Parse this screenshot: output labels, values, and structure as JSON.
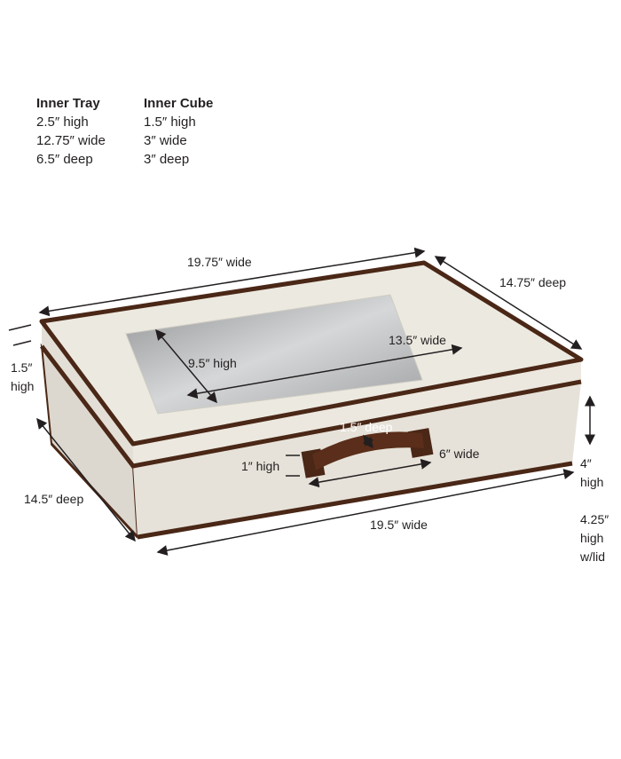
{
  "inner_tray": {
    "title": "Inner Tray",
    "lines": [
      "2.5″ high",
      "12.75″ wide",
      "6.5″ deep"
    ]
  },
  "inner_cube": {
    "title": "Inner Cube",
    "lines": [
      "1.5″ high",
      "3″ wide",
      "3″ deep"
    ]
  },
  "dimensions": {
    "lid_width": "19.75″ wide",
    "lid_depth": "14.75″ deep",
    "lid_height_1": "1.5″",
    "lid_height_2": "high",
    "window_width": "13.5″ wide",
    "window_height": "9.5″ high",
    "handle_depth": "1.5″ deep",
    "handle_width": "6″ wide",
    "handle_height": "1″ high",
    "box_depth": "14.5″ deep",
    "box_width": "19.5″ wide",
    "box_height_1": "4″",
    "box_height_2": "high",
    "total_height_1": "4.25″",
    "total_height_2": "high",
    "total_height_3": "w/lid"
  },
  "colors": {
    "fabric": "#e9e5dc",
    "trim": "#4a2716",
    "window": "#b9babb"
  }
}
